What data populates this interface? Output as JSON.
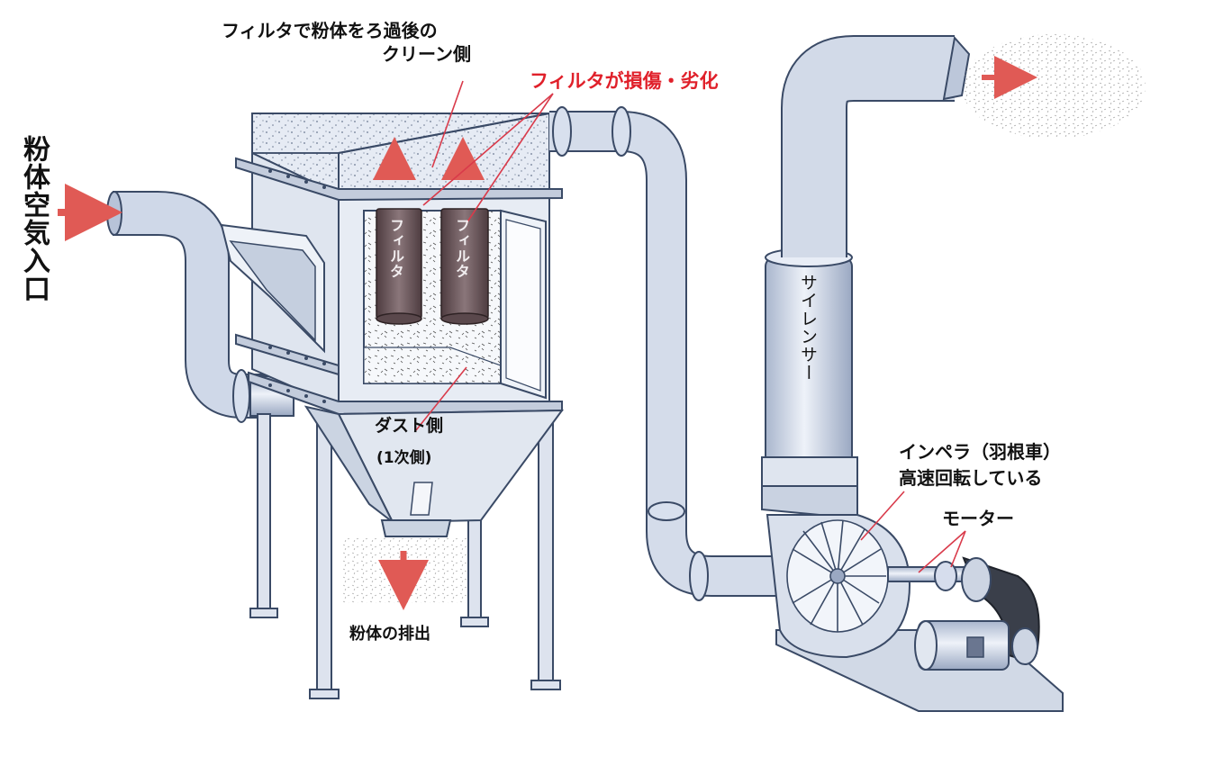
{
  "labels": {
    "clean_side_line1": "フィルタで粉体をろ過後の",
    "clean_side_line2": "クリーン側",
    "filter_damage": "フィルタが損傷・劣化",
    "inlet": "粉体空気入口",
    "filter_a": "フィルタ",
    "filter_b": "フィルタ",
    "dust_side": "ダスト側",
    "primary_side": "(1次側)",
    "discharge": "粉体の排出",
    "silencer": "サイレンサー",
    "impeller_line1": "インペラ（羽根車）",
    "impeller_line2": "高速回転している",
    "motor": "モーター"
  },
  "colors": {
    "pipe": "#c9d3e4",
    "pipe_dark": "#3a4a66",
    "filter_bag": "#6e5a5e",
    "arrow": "#e05a55",
    "highlight": "#e0202a"
  }
}
